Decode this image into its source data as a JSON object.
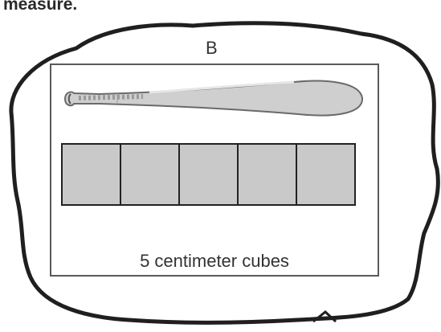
{
  "question": {
    "partial_text": "measure."
  },
  "option": {
    "label": "B",
    "object": "baseball bat",
    "cubes": [
      1,
      2,
      3,
      4,
      5
    ],
    "caption": "5 centimeter cubes"
  }
}
